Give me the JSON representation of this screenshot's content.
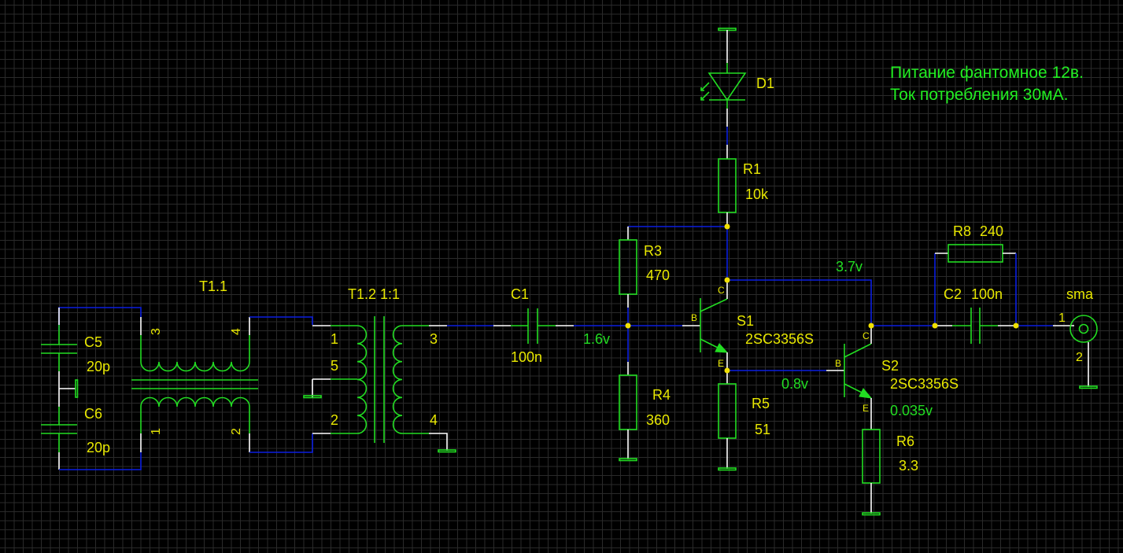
{
  "note": {
    "lines": [
      "Питание фантомное 12в.",
      "Ток потребления 30мА."
    ]
  },
  "components": {
    "C5": {
      "ref": "C5",
      "value": "20p"
    },
    "C6": {
      "ref": "C6",
      "value": "20p"
    },
    "T1_1": {
      "ref": "T1.1",
      "pins": [
        "3",
        "4",
        "1",
        "2"
      ]
    },
    "T1_2": {
      "ref": "T1.2 1:1",
      "pins": [
        "1",
        "5",
        "2",
        "3",
        "4"
      ]
    },
    "C1": {
      "ref": "C1",
      "value": "100n"
    },
    "R3": {
      "ref": "R3",
      "value": "470"
    },
    "R4": {
      "ref": "R4",
      "value": "360"
    },
    "R1": {
      "ref": "R1",
      "value": "10k"
    },
    "D1": {
      "ref": "D1"
    },
    "S1": {
      "ref": "S1",
      "value": "2SC3356S",
      "pins": {
        "b": "B",
        "c": "C",
        "e": "E"
      }
    },
    "R5": {
      "ref": "R5",
      "value": "51"
    },
    "S2": {
      "ref": "S2",
      "value": "2SC3356S",
      "pins": {
        "b": "B",
        "c": "C",
        "e": "E"
      }
    },
    "R6": {
      "ref": "R6",
      "value": "3.3"
    },
    "R8": {
      "ref": "R8",
      "value": "240"
    },
    "C2": {
      "ref": "C2",
      "value": "100n"
    },
    "SMA": {
      "ref": "sma",
      "pins": [
        "1",
        "2"
      ]
    }
  },
  "voltages": {
    "base_s1": "1.6v",
    "collector_s1": "3.7v",
    "emitter_s1": "0.8v",
    "emitter_s2": "0.035v"
  },
  "colors": {
    "wire": "#0a1ee0",
    "part": "#22dd22",
    "label": "#e8e800",
    "junction": "#f0e000"
  }
}
